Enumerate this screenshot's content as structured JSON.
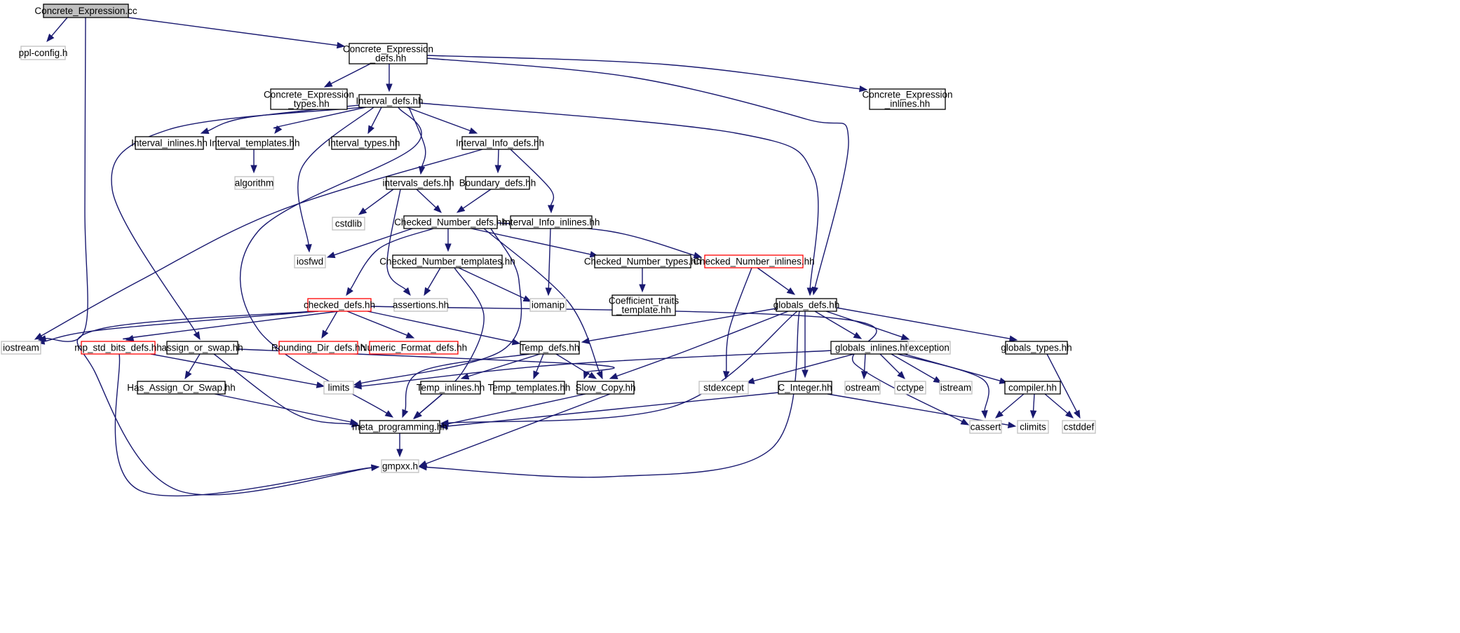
{
  "diagram": {
    "colors": {
      "root_fill": "#bfbfbf",
      "documented_border": "#000000",
      "external_border": "#bfbfbf",
      "truncated_border": "#ff0000",
      "edge": "#191970"
    },
    "nodes": [
      {
        "id": "n0",
        "label": [
          "Concrete_Expression.cc"
        ],
        "kind": "root"
      },
      {
        "id": "n1",
        "label": [
          "ppl-config.h"
        ],
        "kind": "external"
      },
      {
        "id": "n2",
        "label": [
          "Concrete_Expression",
          "_defs.hh"
        ],
        "kind": "documented"
      },
      {
        "id": "n3",
        "label": [
          "Concrete_Expression",
          "_types.hh"
        ],
        "kind": "documented"
      },
      {
        "id": "n4",
        "label": [
          "Interval_defs.hh"
        ],
        "kind": "documented"
      },
      {
        "id": "n5",
        "label": [
          "Concrete_Expression",
          "_inlines.hh"
        ],
        "kind": "documented"
      },
      {
        "id": "n6",
        "label": [
          "Interval_inlines.hh"
        ],
        "kind": "documented"
      },
      {
        "id": "n7",
        "label": [
          "Interval_templates.hh"
        ],
        "kind": "documented"
      },
      {
        "id": "n8",
        "label": [
          "Interval_types.hh"
        ],
        "kind": "documented"
      },
      {
        "id": "n9",
        "label": [
          "Interval_Info_defs.hh"
        ],
        "kind": "documented"
      },
      {
        "id": "n10",
        "label": [
          "algorithm"
        ],
        "kind": "external"
      },
      {
        "id": "n11",
        "label": [
          "intervals_defs.hh"
        ],
        "kind": "documented"
      },
      {
        "id": "n12",
        "label": [
          "Boundary_defs.hh"
        ],
        "kind": "documented"
      },
      {
        "id": "n13",
        "label": [
          "cstdlib"
        ],
        "kind": "external"
      },
      {
        "id": "n14",
        "label": [
          "Checked_Number_defs.hh"
        ],
        "kind": "documented"
      },
      {
        "id": "n15",
        "label": [
          "Interval_Info_inlines.hh"
        ],
        "kind": "documented"
      },
      {
        "id": "n16",
        "label": [
          "iosfwd"
        ],
        "kind": "external"
      },
      {
        "id": "n17",
        "label": [
          "Checked_Number_templates.hh"
        ],
        "kind": "documented"
      },
      {
        "id": "n18",
        "label": [
          "Checked_Number_types.hh"
        ],
        "kind": "documented"
      },
      {
        "id": "n19",
        "label": [
          "Checked_Number_inlines.hh"
        ],
        "kind": "truncated"
      },
      {
        "id": "n20",
        "label": [
          "Coefficient_traits",
          "_template.hh"
        ],
        "kind": "documented"
      },
      {
        "id": "n21",
        "label": [
          "checked_defs.hh"
        ],
        "kind": "truncated"
      },
      {
        "id": "n22",
        "label": [
          "assertions.hh"
        ],
        "kind": "external"
      },
      {
        "id": "n23",
        "label": [
          "iomanip"
        ],
        "kind": "external"
      },
      {
        "id": "n24",
        "label": [
          "globals_defs.hh"
        ],
        "kind": "documented"
      },
      {
        "id": "n25",
        "label": [
          "iostream"
        ],
        "kind": "external"
      },
      {
        "id": "n26",
        "label": [
          "mp_std_bits_defs.hh"
        ],
        "kind": "truncated"
      },
      {
        "id": "n27",
        "label": [
          "assign_or_swap.hh"
        ],
        "kind": "documented"
      },
      {
        "id": "n28",
        "label": [
          "Rounding_Dir_defs.hh"
        ],
        "kind": "truncated"
      },
      {
        "id": "n29",
        "label": [
          "Numeric_Format_defs.hh"
        ],
        "kind": "truncated"
      },
      {
        "id": "n30",
        "label": [
          "Temp_defs.hh"
        ],
        "kind": "documented"
      },
      {
        "id": "n31",
        "label": [
          "globals_inlines.hh"
        ],
        "kind": "documented"
      },
      {
        "id": "n32",
        "label": [
          "exception"
        ],
        "kind": "external"
      },
      {
        "id": "n33",
        "label": [
          "globals_types.hh"
        ],
        "kind": "documented"
      },
      {
        "id": "n34",
        "label": [
          "limits"
        ],
        "kind": "external"
      },
      {
        "id": "n35",
        "label": [
          "Has_Assign_Or_Swap.hh"
        ],
        "kind": "documented"
      },
      {
        "id": "n36",
        "label": [
          "Temp_inlines.hh"
        ],
        "kind": "documented"
      },
      {
        "id": "n37",
        "label": [
          "Temp_templates.hh"
        ],
        "kind": "documented"
      },
      {
        "id": "n38",
        "label": [
          "Slow_Copy.hh"
        ],
        "kind": "documented"
      },
      {
        "id": "n39",
        "label": [
          "stdexcept"
        ],
        "kind": "external"
      },
      {
        "id": "n40",
        "label": [
          "C_Integer.hh"
        ],
        "kind": "documented"
      },
      {
        "id": "n41",
        "label": [
          "ostream"
        ],
        "kind": "external"
      },
      {
        "id": "n42",
        "label": [
          "cctype"
        ],
        "kind": "external"
      },
      {
        "id": "n43",
        "label": [
          "istream"
        ],
        "kind": "external"
      },
      {
        "id": "n44",
        "label": [
          "compiler.hh"
        ],
        "kind": "documented"
      },
      {
        "id": "n45",
        "label": [
          "meta_programming.hh"
        ],
        "kind": "documented"
      },
      {
        "id": "n46",
        "label": [
          "cassert"
        ],
        "kind": "external"
      },
      {
        "id": "n47",
        "label": [
          "climits"
        ],
        "kind": "external"
      },
      {
        "id": "n48",
        "label": [
          "cstddef"
        ],
        "kind": "external"
      },
      {
        "id": "n49",
        "label": [
          "gmpxx.h"
        ],
        "kind": "external"
      }
    ],
    "edges": [
      [
        "n0",
        "n1"
      ],
      [
        "n0",
        "n2"
      ],
      [
        "n0",
        "n25"
      ],
      [
        "n2",
        "n3"
      ],
      [
        "n2",
        "n4"
      ],
      [
        "n2",
        "n5"
      ],
      [
        "n2",
        "n24"
      ],
      [
        "n4",
        "n6"
      ],
      [
        "n4",
        "n7"
      ],
      [
        "n4",
        "n8"
      ],
      [
        "n4",
        "n9"
      ],
      [
        "n4",
        "n11"
      ],
      [
        "n4",
        "n16"
      ],
      [
        "n4",
        "n24"
      ],
      [
        "n4",
        "n27"
      ],
      [
        "n4",
        "n45"
      ],
      [
        "n7",
        "n10"
      ],
      [
        "n9",
        "n12"
      ],
      [
        "n9",
        "n15"
      ],
      [
        "n9",
        "n25"
      ],
      [
        "n11",
        "n13"
      ],
      [
        "n11",
        "n14"
      ],
      [
        "n11",
        "n22"
      ],
      [
        "n12",
        "n14"
      ],
      [
        "n14",
        "n16"
      ],
      [
        "n14",
        "n17"
      ],
      [
        "n14",
        "n18"
      ],
      [
        "n14",
        "n19"
      ],
      [
        "n14",
        "n21"
      ],
      [
        "n14",
        "n34"
      ],
      [
        "n14",
        "n38"
      ],
      [
        "n15",
        "n23"
      ],
      [
        "n17",
        "n22"
      ],
      [
        "n17",
        "n23"
      ],
      [
        "n17",
        "n45"
      ],
      [
        "n18",
        "n20"
      ],
      [
        "n19",
        "n24"
      ],
      [
        "n19",
        "n39"
      ],
      [
        "n21",
        "n25"
      ],
      [
        "n21",
        "n26"
      ],
      [
        "n21",
        "n28"
      ],
      [
        "n21",
        "n29"
      ],
      [
        "n21",
        "n30"
      ],
      [
        "n21",
        "n46"
      ],
      [
        "n21",
        "n49"
      ],
      [
        "n24",
        "n30"
      ],
      [
        "n24",
        "n31"
      ],
      [
        "n24",
        "n32"
      ],
      [
        "n24",
        "n33"
      ],
      [
        "n24",
        "n38"
      ],
      [
        "n24",
        "n40"
      ],
      [
        "n24",
        "n45"
      ],
      [
        "n24",
        "n49"
      ],
      [
        "n26",
        "n34"
      ],
      [
        "n26",
        "n49"
      ],
      [
        "n27",
        "n35"
      ],
      [
        "n27",
        "n38"
      ],
      [
        "n27",
        "n45"
      ],
      [
        "n30",
        "n36"
      ],
      [
        "n30",
        "n37"
      ],
      [
        "n30",
        "n38"
      ],
      [
        "n30",
        "n45"
      ],
      [
        "n31",
        "n34"
      ],
      [
        "n31",
        "n39"
      ],
      [
        "n31",
        "n41"
      ],
      [
        "n31",
        "n42"
      ],
      [
        "n31",
        "n43"
      ],
      [
        "n31",
        "n44"
      ],
      [
        "n31",
        "n46"
      ],
      [
        "n33",
        "n48"
      ],
      [
        "n35",
        "n45"
      ],
      [
        "n36",
        "n45"
      ],
      [
        "n38",
        "n45"
      ],
      [
        "n38",
        "n49"
      ],
      [
        "n40",
        "n45"
      ],
      [
        "n40",
        "n47"
      ],
      [
        "n44",
        "n46"
      ],
      [
        "n44",
        "n47"
      ],
      [
        "n44",
        "n48"
      ],
      [
        "n45",
        "n49"
      ]
    ]
  }
}
